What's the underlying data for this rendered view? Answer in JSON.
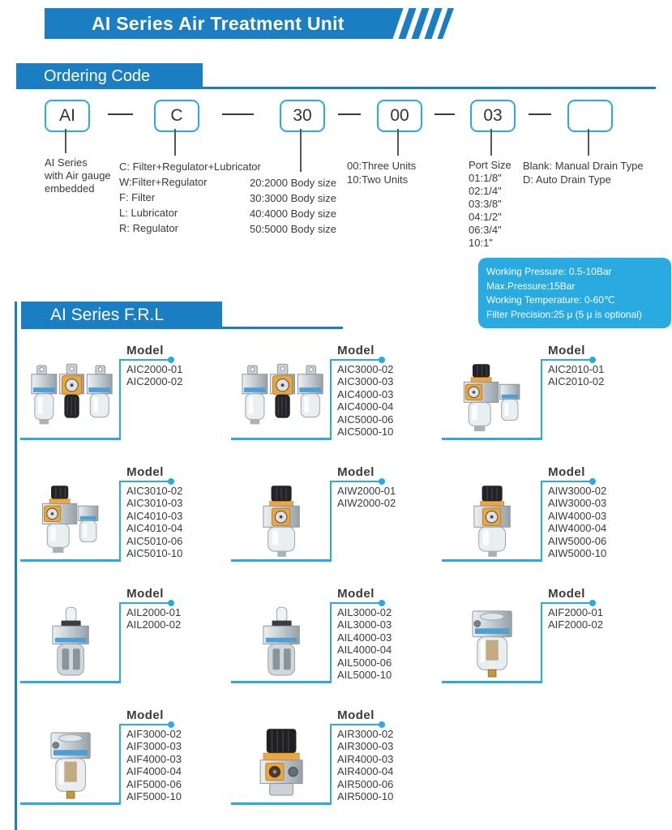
{
  "banner": {
    "title": "AI Series Air Treatment Unit"
  },
  "sections": {
    "ordering": {
      "header": "Ordering Code",
      "codes": [
        {
          "value": "AI",
          "desc_lines": [
            "AI Series",
            "with Air gauge",
            "embedded"
          ]
        },
        {
          "value": "C",
          "desc_lines": [
            "C: Filter+Regulator+Lubricator",
            "W:Filter+Regulator",
            "F: Filter",
            "L: Lubricator",
            "R: Regulator"
          ]
        },
        {
          "value": "30",
          "desc_lines": [
            "20:2000 Body size",
            "30:3000 Body size",
            "40:4000 Body size",
            "50:5000 Body size"
          ]
        },
        {
          "value": "00",
          "desc_lines": [
            "00:Three Units",
            "10:Two Units"
          ]
        },
        {
          "value": "03",
          "desc_lines": [
            "Port Size",
            "01:1/8\"",
            "02:1/4\"",
            "03:3/8\"",
            "04:1/2\"",
            "06:3/4\"",
            "10:1\""
          ]
        },
        {
          "value": "",
          "desc_lines": [
            "Blank: Manual Drain Type",
            "D: Auto Drain Type"
          ]
        }
      ]
    },
    "specs": {
      "lines": [
        "Working Pressure: 0.5-10Bar",
        "Max.Pressure:15Bar",
        "Working Temperature: 0-60℃",
        "Filter Precision:25 μ (5 μ is optional)"
      ]
    },
    "frl": {
      "header": "AI Series F.R.L",
      "model_label": "Model",
      "cards": [
        {
          "product": "three-unit-combo",
          "models": [
            "AIC2000-01",
            "AIC2000-02"
          ]
        },
        {
          "product": "three-unit-combo",
          "models": [
            "AIC3000-02",
            "AIC3000-03",
            "AIC4000-03",
            "AIC4000-04",
            "AIC5000-06",
            "AIC5000-10"
          ]
        },
        {
          "product": "two-unit-combo",
          "models": [
            "AIC2010-01",
            "AIC2010-02"
          ]
        },
        {
          "product": "two-unit-combo",
          "models": [
            "AIC3010-02",
            "AIC3010-03",
            "AIC4010-03",
            "AIC4010-04",
            "AIC5010-06",
            "AIC5010-10"
          ]
        },
        {
          "product": "filter-regulator",
          "models": [
            "AIW2000-01",
            "AIW2000-02"
          ]
        },
        {
          "product": "filter-regulator",
          "models": [
            "AIW3000-02",
            "AIW3000-03",
            "AIW4000-03",
            "AIW4000-04",
            "AIW5000-06",
            "AIW5000-10"
          ]
        },
        {
          "product": "lubricator",
          "models": [
            "AIL2000-01",
            "AIL2000-02"
          ]
        },
        {
          "product": "lubricator",
          "models": [
            "AIL3000-02",
            "AIL3000-03",
            "AIL4000-03",
            "AIL4000-04",
            "AIL5000-06",
            "AIL5000-10"
          ]
        },
        {
          "product": "filter",
          "models": [
            "AIF2000-01",
            "AIF2000-02"
          ]
        },
        {
          "product": "filter",
          "models": [
            "AIF3000-02",
            "AIF3000-03",
            "AIF4000-03",
            "AIF4000-04",
            "AIF5000-06",
            "AIF5000-10"
          ]
        },
        {
          "product": "regulator",
          "models": [
            "AIR3000-02",
            "AIR3000-03",
            "AIR4000-03",
            "AIR4000-04",
            "AIR5000-06",
            "AIR5000-10"
          ]
        }
      ]
    }
  },
  "colors": {
    "primary_blue": "#1b7ec2",
    "light_blue": "#29abe2",
    "accent_orange": "#eca63e",
    "text": "#3a3a3a"
  }
}
